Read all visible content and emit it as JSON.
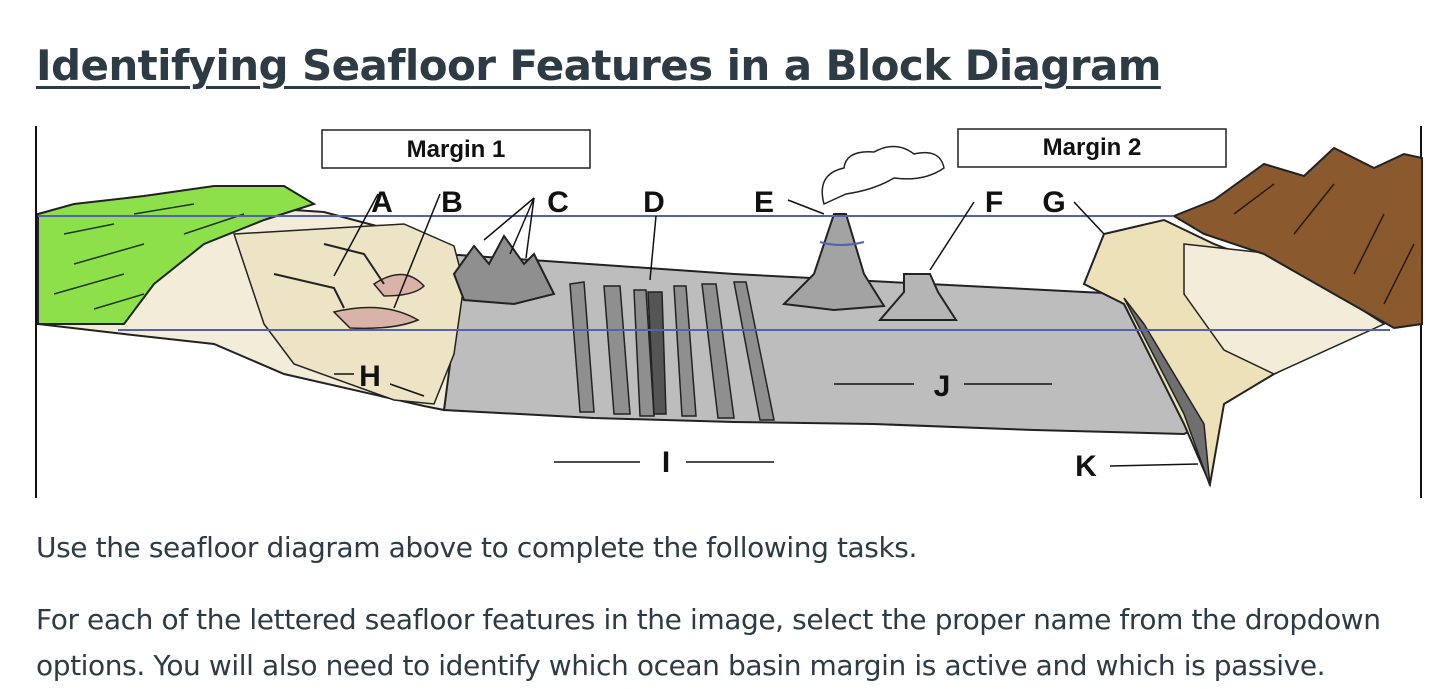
{
  "page": {
    "title": "Identifying Seafloor Features in a Block Diagram",
    "paragraphs": [
      "Use the seafloor diagram above to complete the following tasks.",
      "For each of the lettered seafloor features in the image, select the proper name from the dropdown options. You will also need to identify which ocean basin margin is active and which is passive."
    ]
  },
  "diagram": {
    "margins": [
      "Margin 1",
      "Margin 2"
    ],
    "labels": [
      "A",
      "B",
      "C",
      "D",
      "E",
      "F",
      "G",
      "H",
      "I",
      "J",
      "K"
    ],
    "colors": {
      "land_left": "#8ee04a",
      "land_right": "#8a5a2e",
      "shelf": "#f3ecd8",
      "slope": "#ece1b8",
      "seafloor": "#bdbdbd",
      "ridge": "#8f8f8f",
      "sea_level_line": "#5560b0",
      "fan": "#d9b3a8"
    }
  }
}
